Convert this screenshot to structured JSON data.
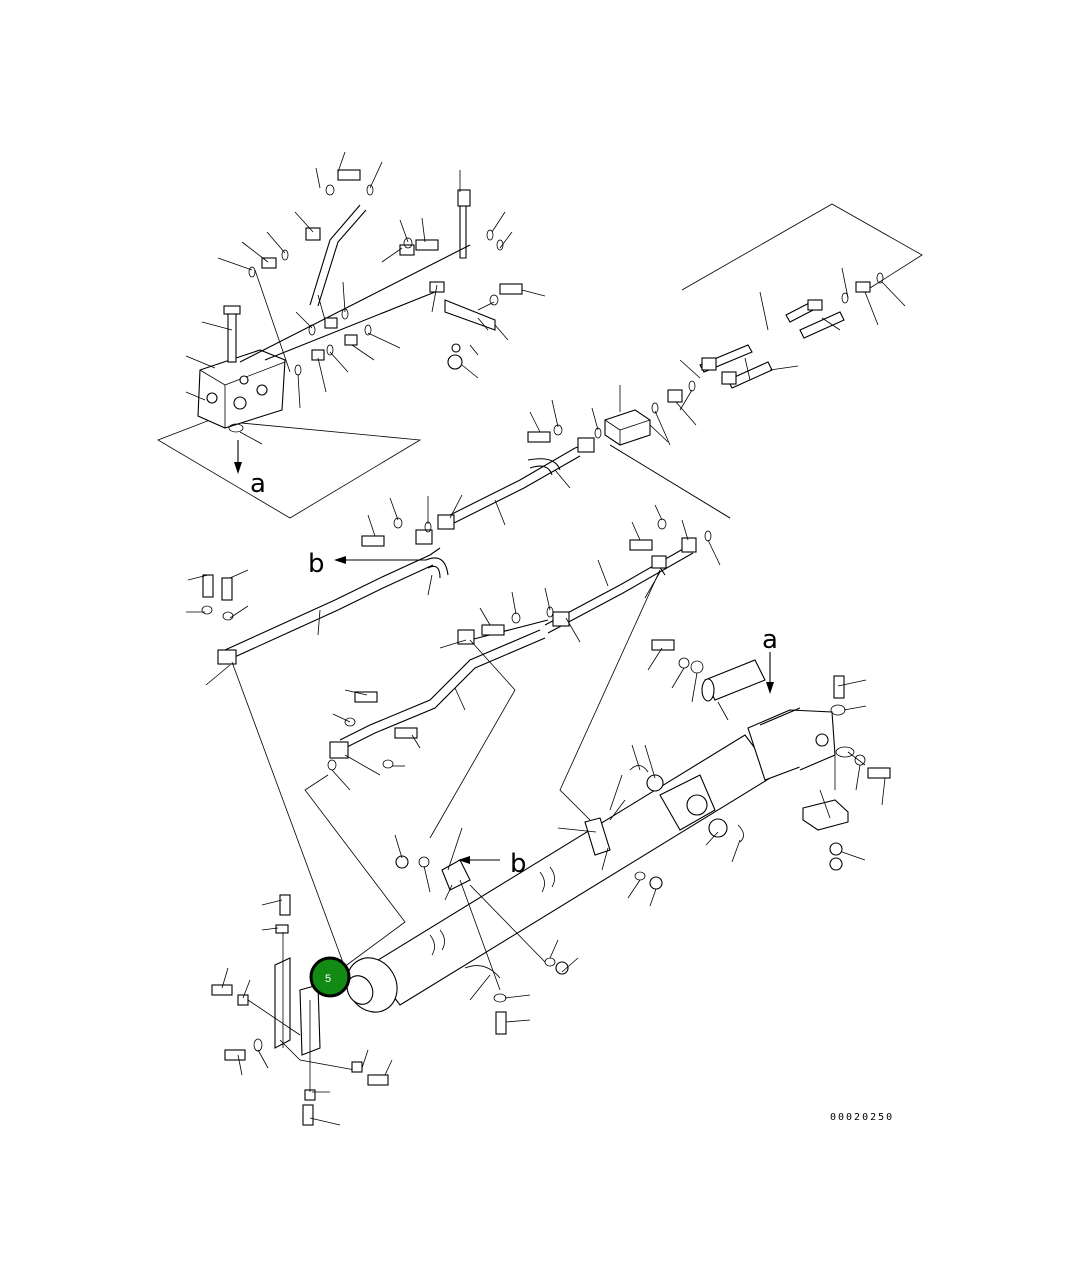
{
  "diagram": {
    "view_labels": {
      "a": "a",
      "b": "b"
    },
    "drawing_number": "00020250",
    "callout": {
      "number": "5",
      "color": "#138a13",
      "ring_color": "#000000"
    }
  }
}
